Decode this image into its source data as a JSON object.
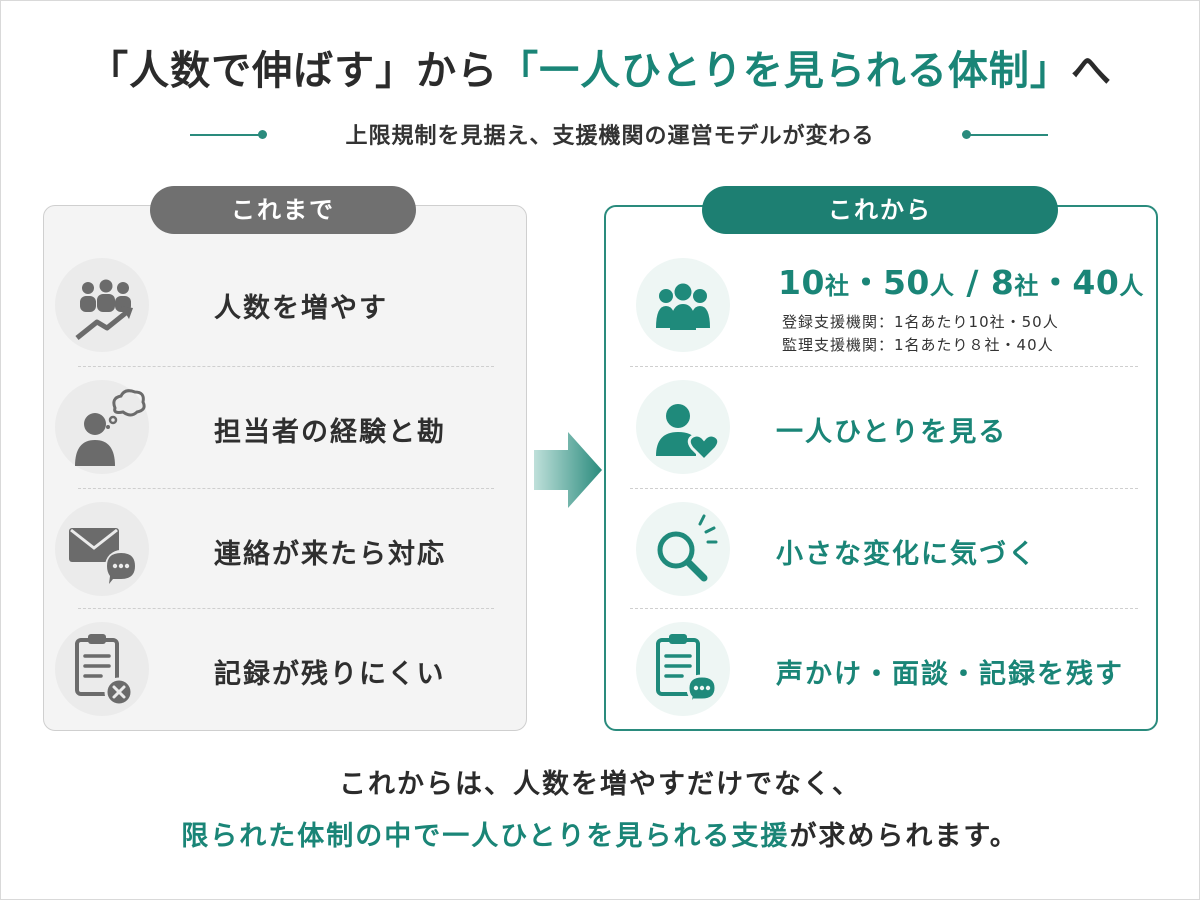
{
  "title": {
    "part1": "「人数で伸ばす」から",
    "part2": "「一人ひとりを見られる体制」",
    "part3": "へ"
  },
  "subtitle": "上限規制を見据え、支援機関の運営モデルが変わる",
  "before": {
    "heading": "これまで",
    "items": [
      {
        "label": "人数を増やす",
        "icon": "people-growth-icon"
      },
      {
        "label": "担当者の経験と勘",
        "icon": "person-thinking-icon"
      },
      {
        "label": "連絡が来たら対応",
        "icon": "mail-chat-icon"
      },
      {
        "label": "記録が残りにくい",
        "icon": "clipboard-x-icon"
      }
    ]
  },
  "after": {
    "heading": "これから",
    "limits": {
      "n1": "10",
      "u1": "社",
      "sep1": "・",
      "n2": "50",
      "u2": "人",
      "slash": " / ",
      "n3": "8",
      "u3": "社",
      "sep2": "・",
      "n4": "40",
      "u4": "人"
    },
    "notes": [
      "登録支援機関：1名あたり10社・50人",
      "監理支援機関：1名あたり８社・40人"
    ],
    "items": [
      {
        "label": "一人ひとりを見る",
        "icon": "person-heart-icon"
      },
      {
        "label": "小さな変化に気づく",
        "icon": "magnifier-icon"
      },
      {
        "label": "声かけ・面談・記録を残す",
        "icon": "clipboard-chat-icon"
      }
    ],
    "first_icon": "people-group-icon"
  },
  "bottom": {
    "line1": "これからは、人数を増やすだけでなく、",
    "line2_teal": "限られた体制の中で一人ひとりを見られる支援",
    "line2_dark": "が求められます。"
  },
  "colors": {
    "teal": "#1a8577",
    "gray_pill": "#707070",
    "teal_pill": "#1d7f72"
  }
}
